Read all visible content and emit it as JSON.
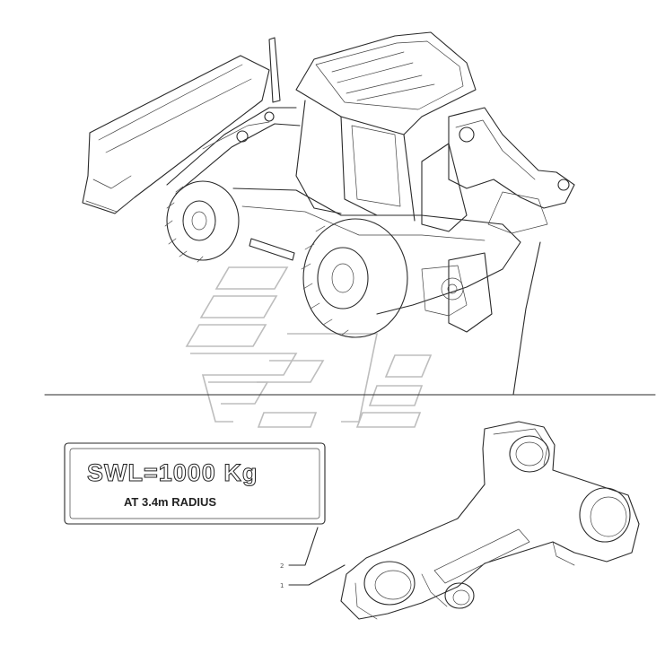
{
  "decal": {
    "line1": "SWL=1000 Kg",
    "line2": "AT   3.4m   RADIUS"
  },
  "callouts": [
    {
      "label": "2"
    },
    {
      "label": "1"
    }
  ]
}
